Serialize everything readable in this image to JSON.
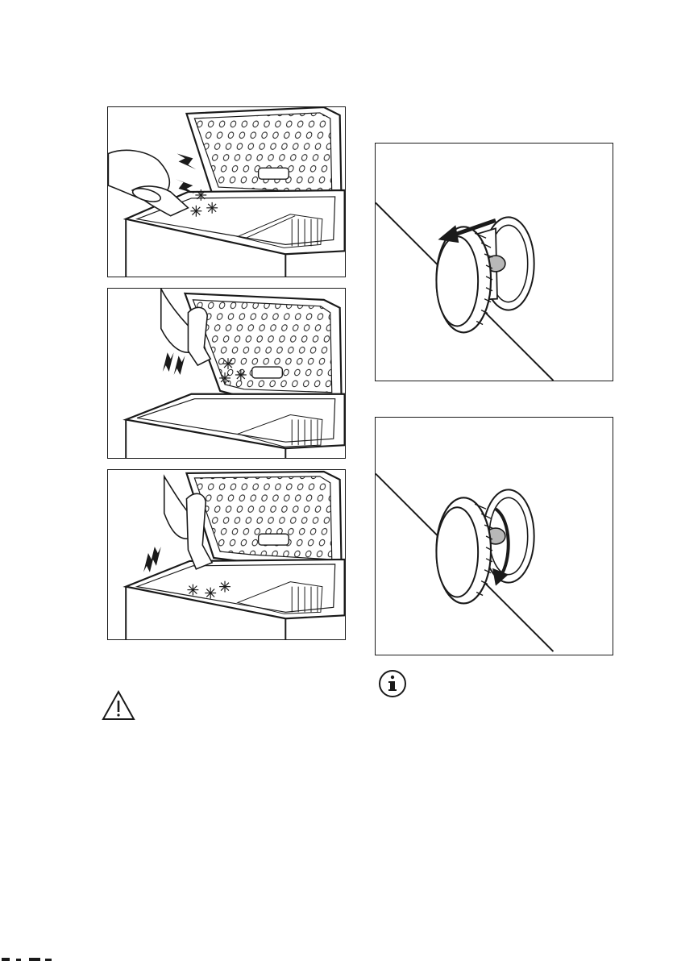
{
  "icons": {
    "warning": "warning-triangle-icon",
    "info": "info-circle-icon",
    "frost": "frost-snowflake-icon",
    "arrow": "arrow-icon"
  },
  "colors": {
    "line": "#1a1a1a",
    "plug_fill": "#b8b8b8",
    "background": "#ffffff"
  },
  "figures": [
    {
      "name": "freezer-scrape-bottom-edge"
    },
    {
      "name": "freezer-scrape-lid"
    },
    {
      "name": "freezer-scrape-floor"
    },
    {
      "name": "drain-plug-pull-out"
    },
    {
      "name": "drain-plug-turn"
    }
  ]
}
